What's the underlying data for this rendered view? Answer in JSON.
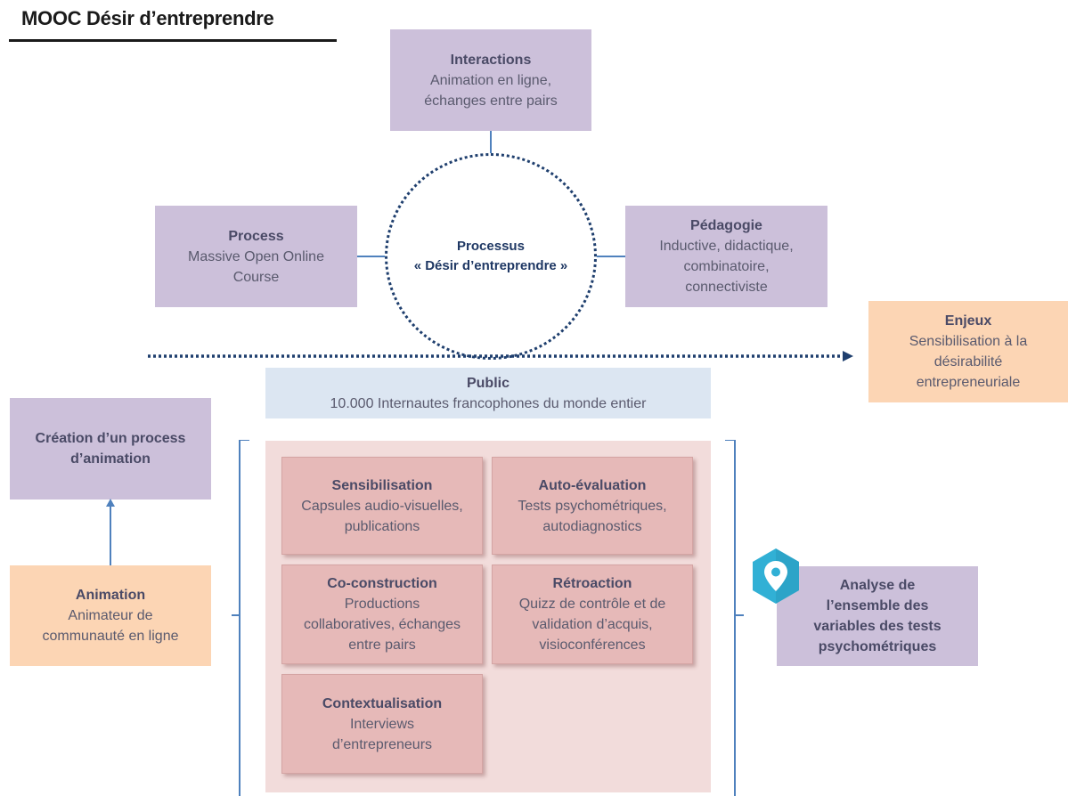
{
  "title": "MOOC Désir d’entreprendre",
  "center": {
    "line1": "Processus",
    "line2": "« Désir d’entreprendre »"
  },
  "interactions": {
    "head": "Interactions",
    "body1": "Animation en ligne,",
    "body2": "échanges entre pairs"
  },
  "process": {
    "head": "Process",
    "body1": "Massive Open Online",
    "body2": "Course"
  },
  "pedagogie": {
    "head": "Pédagogie",
    "body1": "Inductive, didactique,",
    "body2": "combinatoire,",
    "body3": "connectiviste"
  },
  "enjeux": {
    "head": "Enjeux",
    "body1": "Sensibilisation à la",
    "body2": "désirabilité",
    "body3": "entrepreneuriale"
  },
  "public": {
    "head": "Public",
    "body": "10.000 Internautes francophones du monde entier"
  },
  "creation": {
    "line1": "Création d’un process",
    "line2": "d’animation"
  },
  "animation": {
    "head": "Animation",
    "body1": "Animateur de",
    "body2": "communauté en ligne"
  },
  "analyse": {
    "line1": "Analyse de",
    "line2": "l’ensemble des",
    "line3": "variables des tests",
    "line4": "psychométriques"
  },
  "cards": {
    "sensibilisation": {
      "head": "Sensibilisation",
      "body1": "Capsules audio-visuelles,",
      "body2": "publications"
    },
    "auto_evaluation": {
      "head": "Auto-évaluation",
      "body1": "Tests psychométriques,",
      "body2": "autodiagnostics"
    },
    "co_construction": {
      "head": "Co-construction",
      "body1": "Productions",
      "body2": "collaboratives, échanges",
      "body3": "entre pairs"
    },
    "retroaction": {
      "head": "Rétroaction",
      "body1": "Quizz de contrôle et de",
      "body2": "validation d’acquis,",
      "body3": "visioconférences"
    },
    "contextualisation": {
      "head": "Contextualisation",
      "body1": "Interviews",
      "body2": "d’entrepreneurs"
    }
  },
  "colors": {
    "purple_box": "#ccc0da",
    "peach_box": "#fcd5b4",
    "public_box": "#dce6f2",
    "card": "#e6b9b8",
    "panel": "#f2dcdb",
    "connector": "#4f81bd",
    "dotted_arrow": "#1f3f6e",
    "pin": "#31b0d5"
  },
  "icons": {
    "location": "map-pin-icon"
  }
}
